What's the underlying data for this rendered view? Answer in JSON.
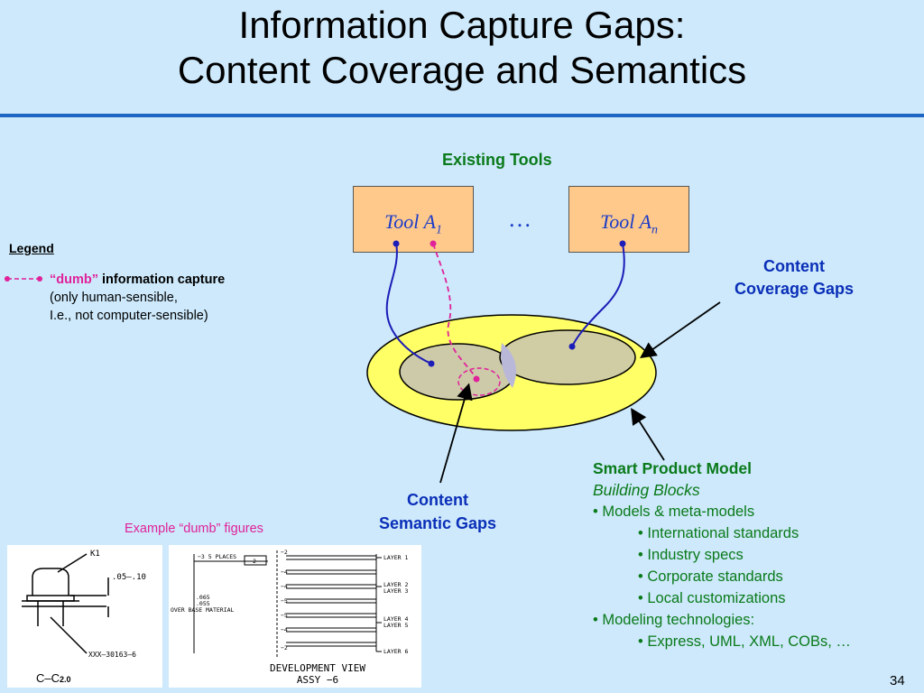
{
  "slide": {
    "title_line1": "Information Capture Gaps:",
    "title_line2": "Content Coverage and Semantics",
    "page_number": "34"
  },
  "diagram": {
    "existing_tools_label": "Existing Tools",
    "tool_a1": {
      "name": "Tool A",
      "sub": "1"
    },
    "ellipsis": "…",
    "tool_an": {
      "name": "Tool A",
      "sub": "n"
    },
    "coverage_gaps_line1": "Content",
    "coverage_gaps_line2": "Coverage Gaps",
    "semantic_gaps_line1": "Content",
    "semantic_gaps_line2": "Semantic Gaps"
  },
  "legend": {
    "title": "Legend",
    "dumb_word": "“dumb”",
    "capture_text": " information capture",
    "line2": "(only human-sensible,",
    "line3": "I.e., not computer-sensible)"
  },
  "smart_product_model": {
    "title": "Smart Product Model",
    "subtitle": "Building Blocks",
    "items": [
      "• Models & meta-models",
      "• International standards",
      "• Industry specs",
      "• Corporate standards",
      "• Local customizations",
      "• Modeling technologies:",
      "• Express, UML, XML, COBs, …"
    ]
  },
  "figures": {
    "caption": "Example “dumb” figures",
    "left_drawing": {
      "k1_label": "K1",
      "dim_label": ".05–.10",
      "part_number": "XXX–30163–6",
      "footer": "C–C",
      "footer_sub": "2.0"
    },
    "right_drawing": {
      "places_label": "−3  5 PLACES",
      "places_tag": "2",
      "row_marks": [
        "−2",
        "−4",
        "−4",
        "−5",
        "−5",
        "−4",
        "−2"
      ],
      "layers": [
        "LAYER 1",
        "LAYER 2",
        "LAYER 3",
        "LAYER 4",
        "LAYER 5",
        "LAYER 6"
      ],
      "dim_line1": ".065",
      "dim_line2": ".055",
      "base_label": "OVER BASE MATERIAL",
      "view_line1": "DEVELOPMENT VIEW",
      "view_line2": "ASSY −6"
    }
  },
  "colors": {
    "background": "#cde9fb",
    "title_rule": "#1f66c4",
    "tool_box": "#ffc98c",
    "outer_ellipse": "#ffff66",
    "inner_ellipse": "#cdcaa9",
    "overlap": "#b9b8d9",
    "solid_link": "#1c1cb8",
    "dumb_link": "#e0219a",
    "green_text": "#0a7a1a",
    "blue_text": "#0a2fb8"
  }
}
